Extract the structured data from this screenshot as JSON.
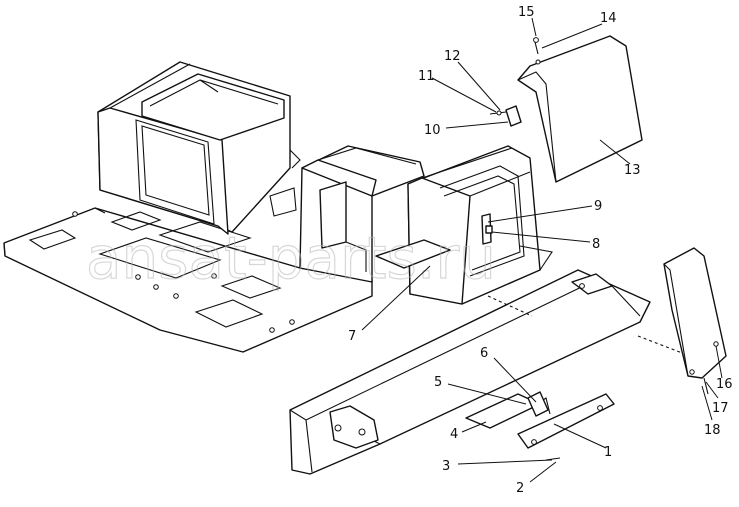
{
  "watermark": "ansat-parts.ru",
  "callouts": {
    "c1": "1",
    "c2": "2",
    "c3": "3",
    "c4": "4",
    "c5": "5",
    "c6": "6",
    "c7": "7",
    "c8": "8",
    "c9": "9",
    "c10": "10",
    "c11": "11",
    "c12": "12",
    "c13": "13",
    "c14": "14",
    "c15": "15",
    "c16": "16",
    "c17": "17",
    "c18": "18"
  }
}
